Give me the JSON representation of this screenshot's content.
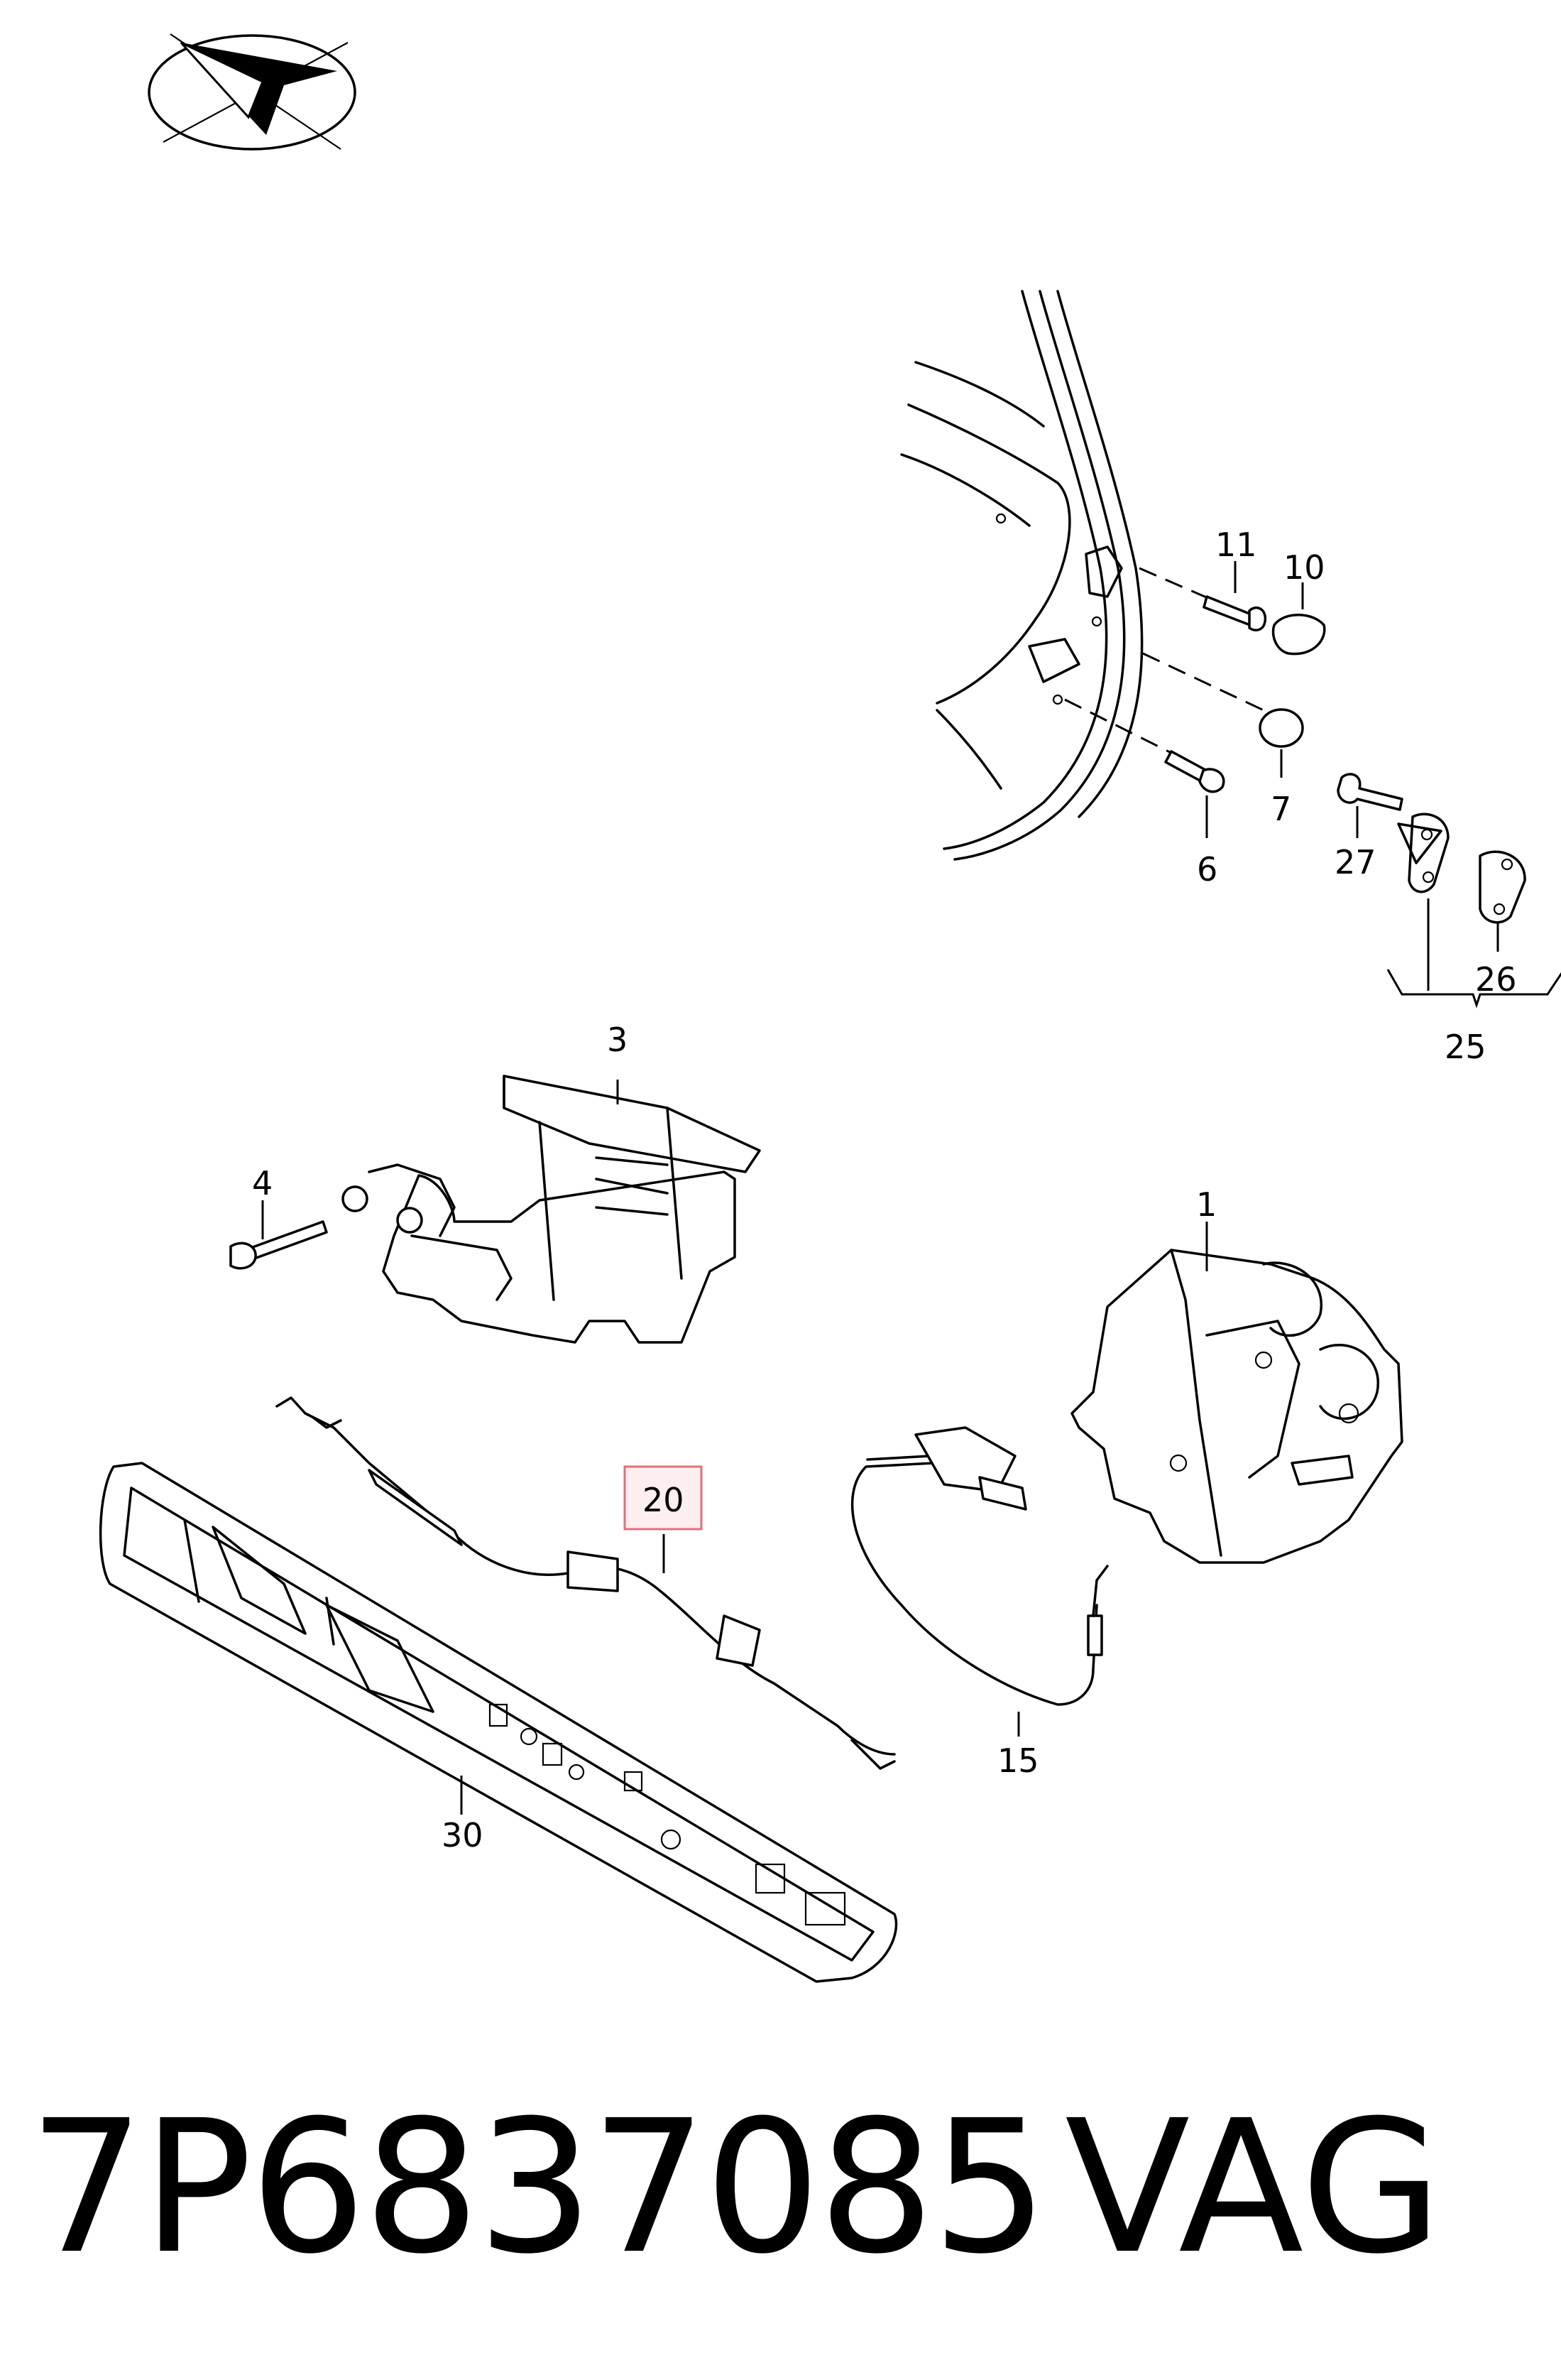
{
  "diagram": {
    "labels": {
      "l1": "1",
      "l3": "3",
      "l4": "4",
      "l6": "6",
      "l7": "7",
      "l10": "10",
      "l11": "11",
      "l15": "15",
      "l20": "20",
      "l25": "25",
      "l26": "26",
      "l27": "27",
      "l30": "30"
    },
    "highlight_color": "#e0707a",
    "highlight_fill": "#fdeef0"
  },
  "footer": {
    "part_number": "7P6837085",
    "brand": "VAG"
  }
}
